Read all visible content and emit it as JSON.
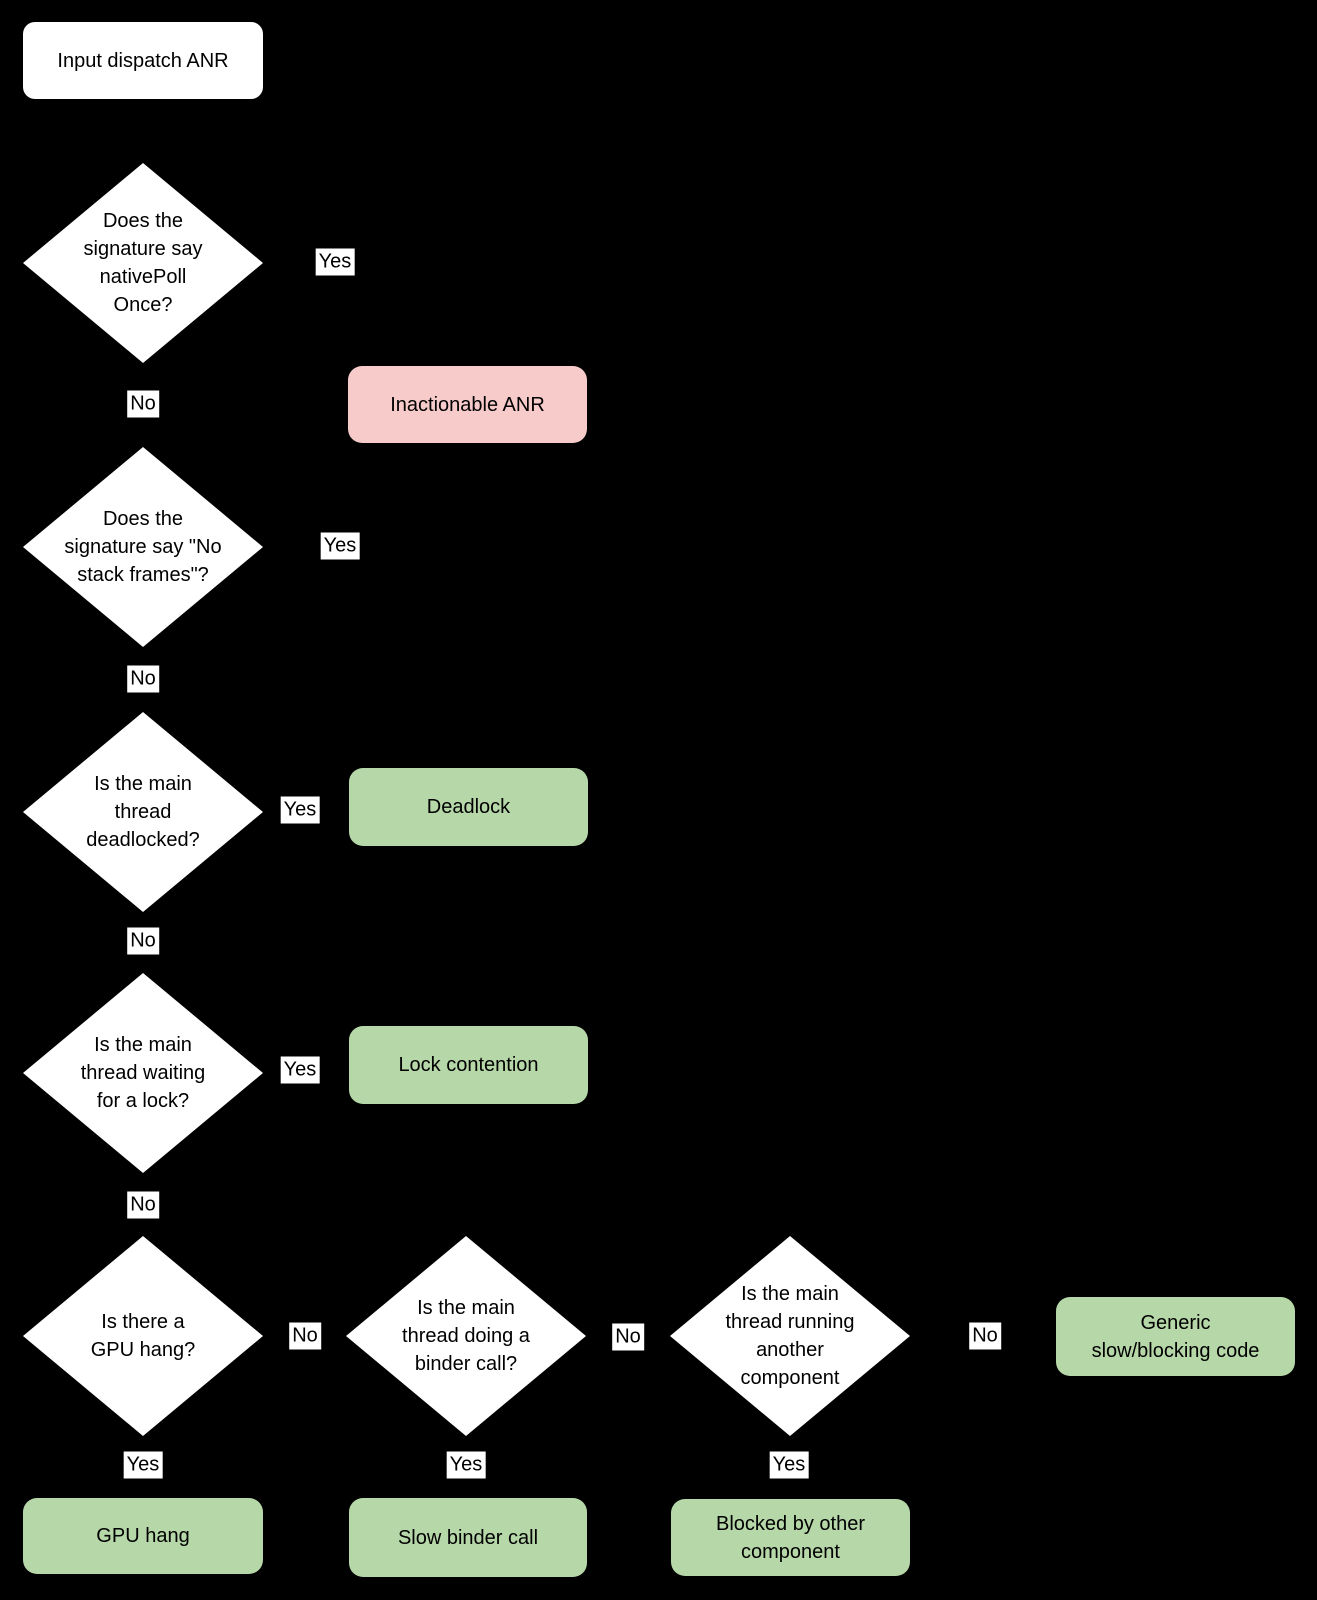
{
  "diagram": {
    "colors": {
      "background": "#000000",
      "decision_fill": "#ffffff",
      "outcome_bad_fill": "#f6cbca",
      "outcome_good_fill": "#b6d7a8",
      "text": "#000000"
    },
    "labels": {
      "yes": "Yes",
      "no": "No"
    },
    "start": {
      "label": "Input dispatch ANR"
    },
    "decisions": [
      {
        "id": "nativepoll",
        "label": "Does the\nsignature say\nnativePoll\nOnce?"
      },
      {
        "id": "nostack",
        "label": "Does the\nsignature say \"No\nstack frames\"?"
      },
      {
        "id": "deadlocked",
        "label": "Is the main\nthread\ndeadlocked?"
      },
      {
        "id": "waitinglock",
        "label": "Is the main\nthread waiting\nfor a lock?"
      },
      {
        "id": "gpuhang",
        "label": "Is there a\nGPU hang?"
      },
      {
        "id": "bindercall",
        "label": "Is the main\nthread doing a\nbinder call?"
      },
      {
        "id": "othercomp",
        "label": "Is the main\nthread running\nanother\ncomponent"
      }
    ],
    "outcomes": [
      {
        "id": "inactionable",
        "label": "Inactionable ANR",
        "kind": "red"
      },
      {
        "id": "deadlock",
        "label": "Deadlock",
        "kind": "green"
      },
      {
        "id": "lock",
        "label": "Lock contention",
        "kind": "green"
      },
      {
        "id": "generic",
        "label": "Generic\nslow/blocking code",
        "kind": "green"
      },
      {
        "id": "gpu",
        "label": "GPU hang",
        "kind": "green"
      },
      {
        "id": "binder",
        "label": "Slow binder call",
        "kind": "green"
      },
      {
        "id": "blocked",
        "label": "Blocked by other\ncomponent",
        "kind": "green"
      }
    ],
    "edges": [
      {
        "from": "start",
        "to": "nativepoll",
        "label": ""
      },
      {
        "from": "nativepoll",
        "to": "inactionable",
        "label": "Yes"
      },
      {
        "from": "nativepoll",
        "to": "nostack",
        "label": "No"
      },
      {
        "from": "nostack",
        "to": "inactionable",
        "label": "Yes"
      },
      {
        "from": "nostack",
        "to": "deadlocked",
        "label": "No"
      },
      {
        "from": "deadlocked",
        "to": "deadlock",
        "label": "Yes"
      },
      {
        "from": "deadlocked",
        "to": "waitinglock",
        "label": "No"
      },
      {
        "from": "waitinglock",
        "to": "lock",
        "label": "Yes"
      },
      {
        "from": "waitinglock",
        "to": "gpuhang",
        "label": "No"
      },
      {
        "from": "gpuhang",
        "to": "gpu",
        "label": "Yes"
      },
      {
        "from": "gpuhang",
        "to": "bindercall",
        "label": "No"
      },
      {
        "from": "bindercall",
        "to": "binder",
        "label": "Yes"
      },
      {
        "from": "bindercall",
        "to": "othercomp",
        "label": "No"
      },
      {
        "from": "othercomp",
        "to": "blocked",
        "label": "Yes"
      },
      {
        "from": "othercomp",
        "to": "generic",
        "label": "No"
      }
    ]
  }
}
